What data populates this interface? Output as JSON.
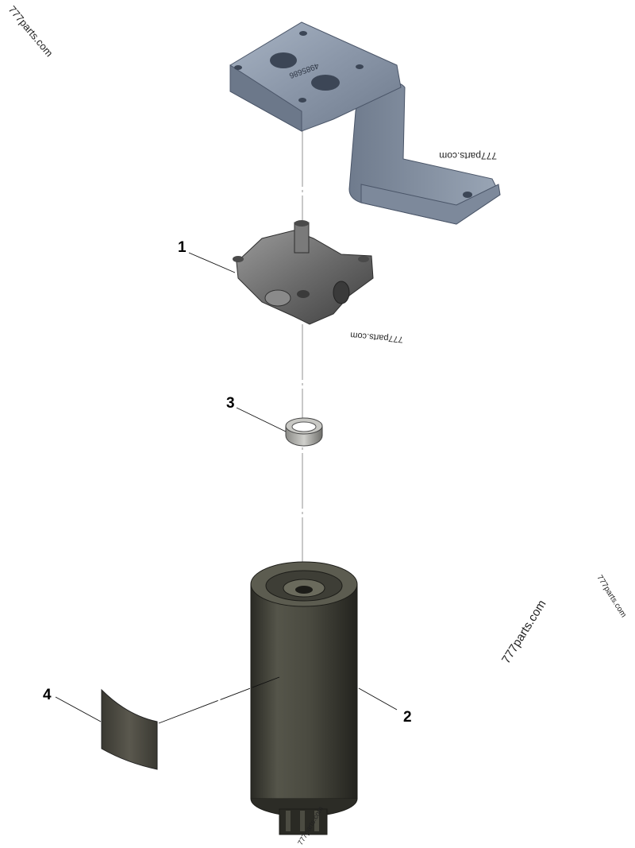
{
  "callouts": [
    "1",
    "2",
    "3",
    "4"
  ],
  "part_stamp": "4985686",
  "watermarks": [
    "777parts.com",
    "777parts.com",
    "777parts.com",
    "777parts.com",
    "777parts.com",
    "777parts.com"
  ],
  "colors": {
    "bracket": "#8a96a8",
    "housing": "#6e6e6e",
    "filter": "#4a4a40",
    "label": "#55534a"
  }
}
